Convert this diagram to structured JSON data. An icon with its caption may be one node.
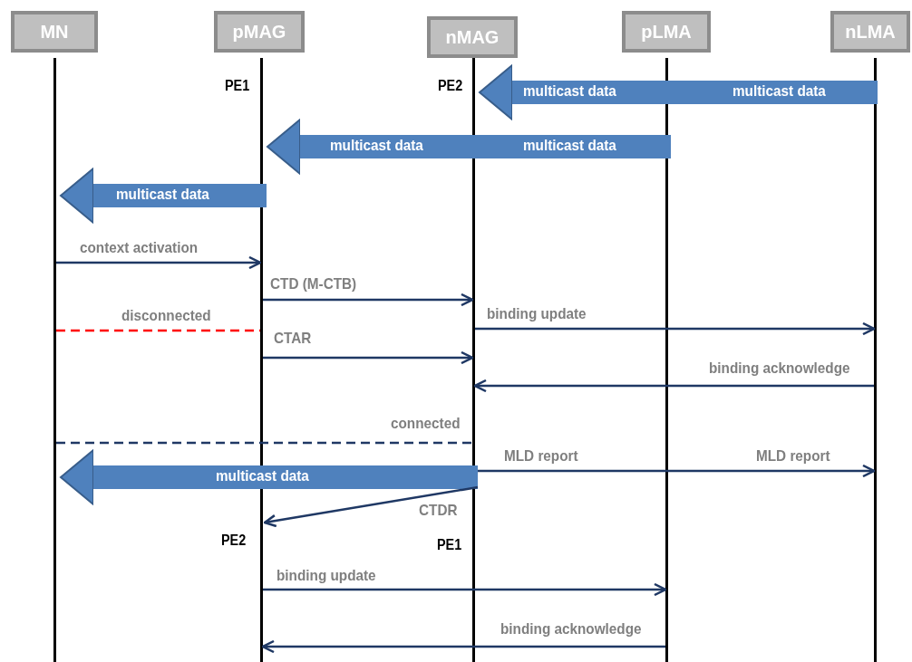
{
  "diagram": {
    "nodes": [
      {
        "text": [
          "MN"
        ]
      },
      {
        "text": [
          "pMAG"
        ]
      },
      {
        "text": [
          "nMAG"
        ]
      },
      {
        "text": [
          "pLMA"
        ]
      },
      {
        "text": [
          "nLMA"
        ]
      },
      {
        "text": [],
        "shape": "bar"
      },
      {
        "text": [],
        "shape": "bar"
      },
      {
        "text": [],
        "shape": "bar"
      },
      {
        "text": [],
        "shape": "bar"
      },
      {
        "text": [],
        "shape": "bar"
      }
    ],
    "edges": [
      {
        "from": 9,
        "to": 7,
        "arrow": "to",
        "label": "multicast data",
        "style": "thick"
      },
      {
        "from": 8,
        "to": 6,
        "arrow": "to",
        "label": "multicast data",
        "style": "thick"
      },
      {
        "from": 6,
        "to": 5,
        "arrow": "to",
        "label": "multicast data",
        "style": "thick"
      },
      {
        "from": 5,
        "to": 6,
        "arrow": "to",
        "label": "context activation"
      },
      {
        "from": 6,
        "to": 7,
        "arrow": "to",
        "label": "CTD (M-CTB)"
      },
      {
        "from": 5,
        "to": 6,
        "arrow": "none",
        "label": "disconnected",
        "style": "dashed",
        "color": "#ff0000"
      },
      {
        "from": 7,
        "to": 9,
        "arrow": "to",
        "label": "binding update"
      },
      {
        "from": 6,
        "to": 7,
        "arrow": "to",
        "label": "CTAR"
      },
      {
        "from": 9,
        "to": 7,
        "arrow": "to",
        "label": "binding acknowledge"
      },
      {
        "from": 5,
        "to": 7,
        "arrow": "none",
        "label": "connected",
        "style": "dashed"
      },
      {
        "from": 7,
        "to": 9,
        "arrow": "to",
        "label": "MLD report"
      },
      {
        "from": 7,
        "to": 5,
        "arrow": "to",
        "label": "multicast data",
        "style": "thick"
      },
      {
        "from": 7,
        "to": 6,
        "arrow": "to",
        "label": "CTDR"
      },
      {
        "from": 6,
        "to": 8,
        "arrow": "to",
        "label": "binding update"
      },
      {
        "from": 8,
        "to": 6,
        "arrow": "to",
        "label": "binding acknowledge"
      }
    ],
    "labels": [
      "PE1",
      "PE2",
      "multicast data",
      "multicast data",
      "MLD report",
      "PE2",
      "PE1"
    ]
  }
}
